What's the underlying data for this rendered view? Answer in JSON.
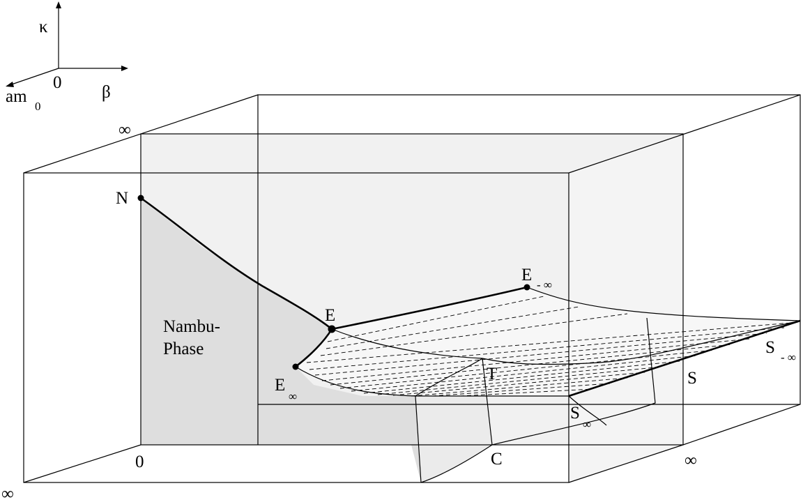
{
  "axes": {
    "kappa": "κ",
    "beta": "β",
    "am": "am",
    "am_sub": "0",
    "origin": "0"
  },
  "labels": {
    "N": "N",
    "E": "E",
    "E_inf": "E",
    "E_inf_sub": "∞",
    "E_minf": "E",
    "E_minf_sub": "- ∞",
    "T": "T",
    "C": "C",
    "S": "S",
    "S_inf": "S",
    "S_inf_sub": "∞",
    "S_minf": "S",
    "S_minf_sub": "- ∞",
    "zero_front": "0",
    "inf_top": "∞",
    "inf_left": "∞",
    "inf_right": "∞",
    "phase_line1": "Nambu-",
    "phase_line2": "Phase"
  },
  "colors": {
    "face_light": "#f1f1f1",
    "face_mid": "#e4e4e4",
    "face_dark": "#dcdcdc",
    "stroke": "#000000"
  }
}
